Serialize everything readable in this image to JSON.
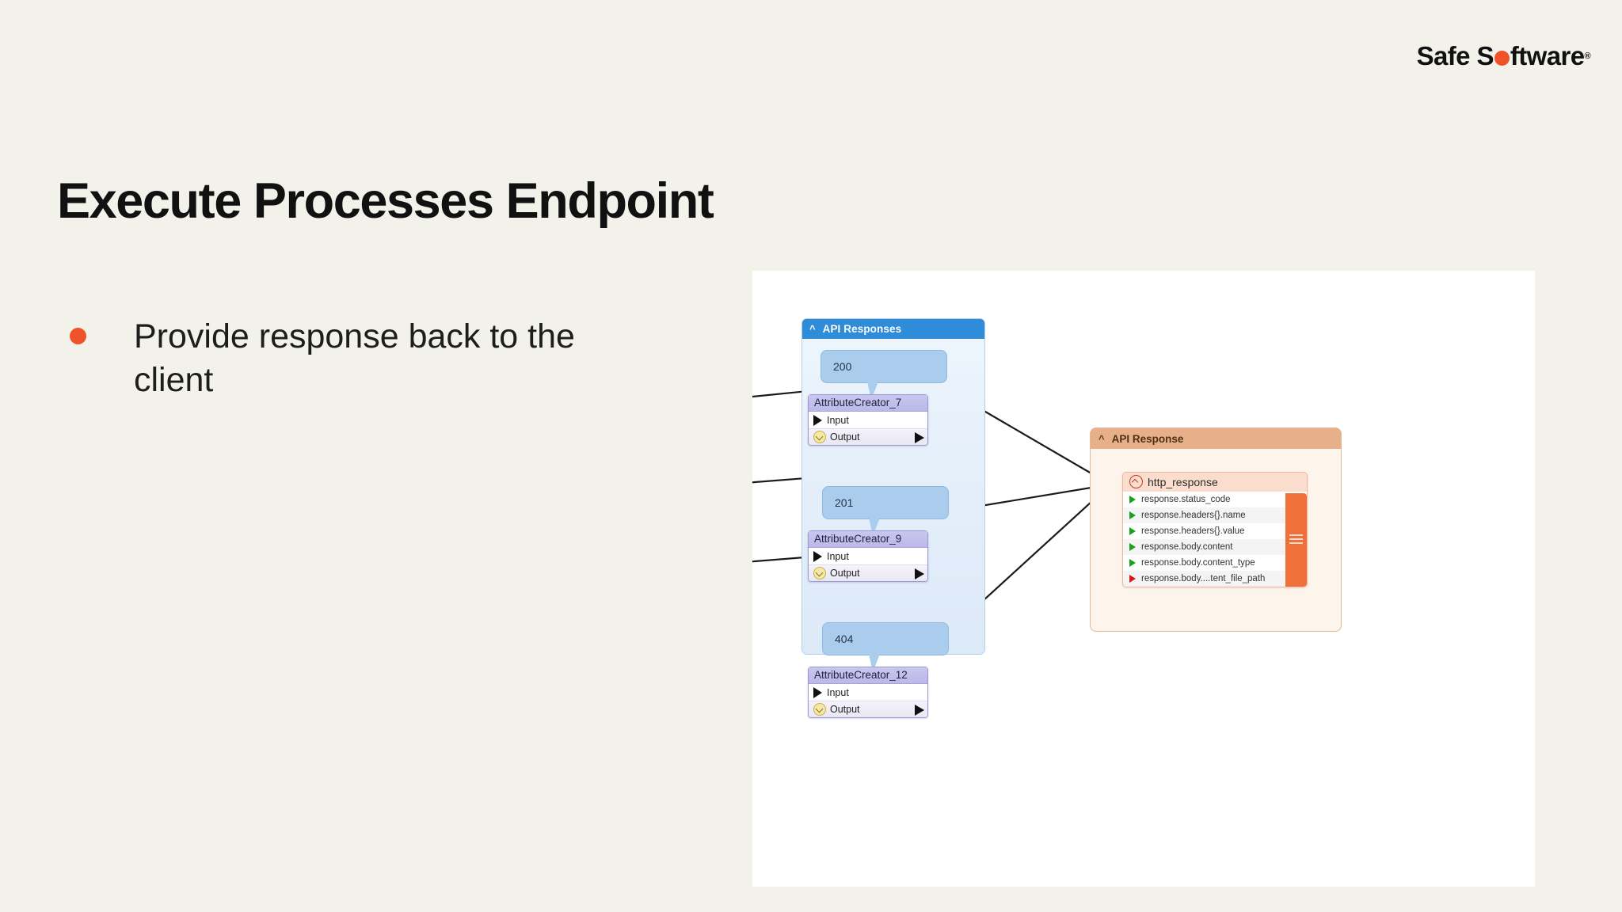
{
  "brand": {
    "name_part1": "Safe S",
    "name_part2": "ftware",
    "trademark": "®",
    "dot_color": "#f0522a"
  },
  "slide": {
    "title": "Execute Processes Endpoint",
    "bullets": [
      "Provide response back to the client"
    ],
    "background_color": "#f2f1ea",
    "accent_color": "#f0522a"
  },
  "diagram": {
    "bookmark": {
      "title": "API Responses",
      "collapse_icon": "chevron-up-icon",
      "header_color": "#2e8cd8"
    },
    "annotations": [
      {
        "label": "200"
      },
      {
        "label": "201"
      },
      {
        "label": "404"
      }
    ],
    "transformers": [
      {
        "name": "AttributeCreator_7",
        "input_port": "Input",
        "output_port": "Output"
      },
      {
        "name": "AttributeCreator_9",
        "input_port": "Input",
        "output_port": "Output"
      },
      {
        "name": "AttributeCreator_12",
        "input_port": "Input",
        "output_port": "Output"
      }
    ],
    "reader": {
      "title": "API Response",
      "collapse_icon": "chevron-up-icon",
      "header_color": "#e8b08a",
      "sidebar_color": "#f0703c",
      "feature_type": {
        "name": "http_response",
        "icon": "circle-chevron-up-icon",
        "attributes": [
          {
            "name": "response.status_code",
            "marker": "green"
          },
          {
            "name": "response.headers{}.name",
            "marker": "green"
          },
          {
            "name": "response.headers{}.value",
            "marker": "green"
          },
          {
            "name": "response.body.content",
            "marker": "green"
          },
          {
            "name": "response.body.content_type",
            "marker": "green"
          },
          {
            "name": "response.body....tent_file_path",
            "marker": "red"
          }
        ]
      }
    }
  }
}
